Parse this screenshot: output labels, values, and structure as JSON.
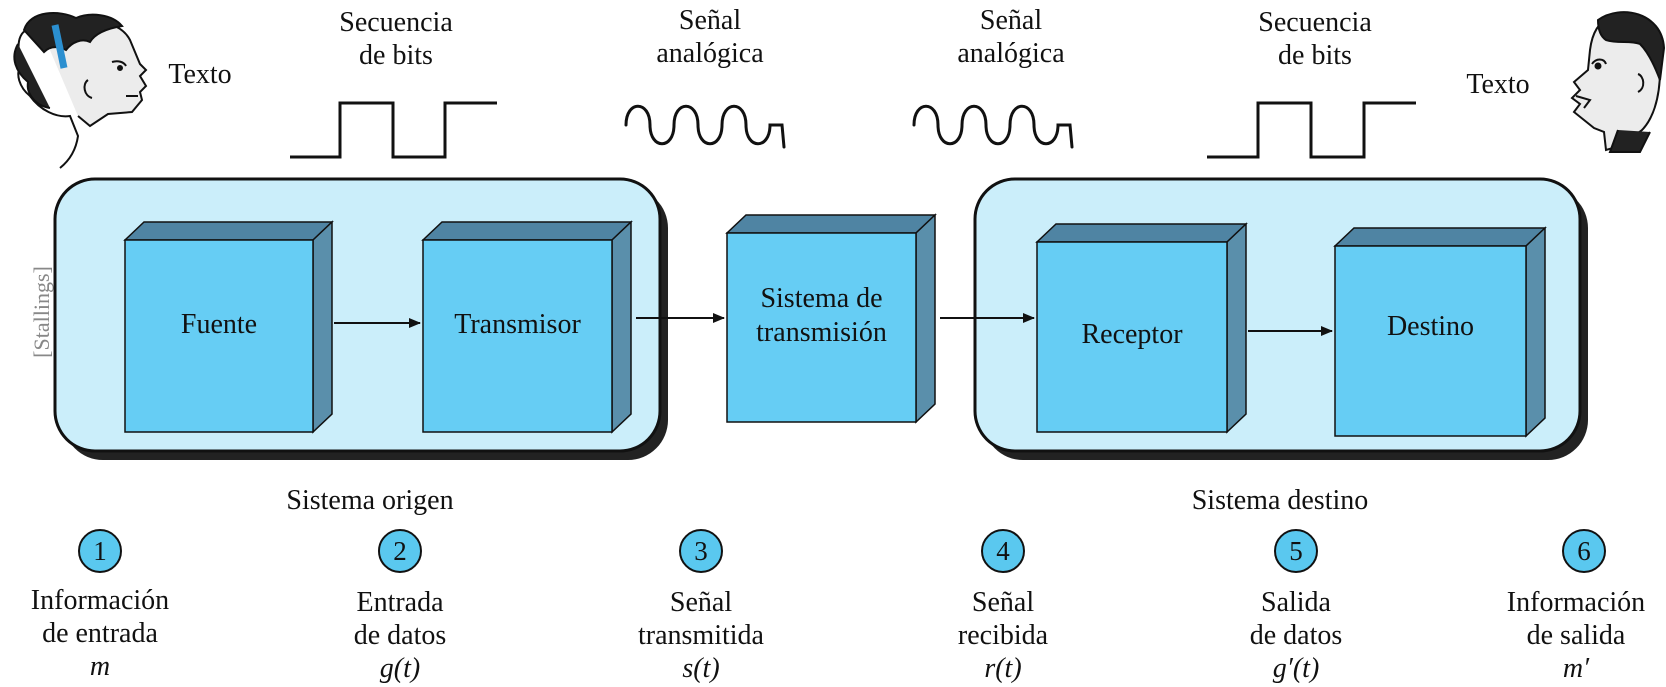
{
  "credit": "[Stallings]",
  "colors": {
    "system_bg": "#cbeefa",
    "block_front": "#66cdf4",
    "block_side": "#5a8fab",
    "block_top": "#4f84a3",
    "badge": "#5ac8ef"
  },
  "people": {
    "left": {
      "label": "Texto",
      "icon": "woman-speaker-icon"
    },
    "right": {
      "label": "Texto",
      "icon": "man-listener-icon"
    }
  },
  "signals": [
    {
      "line1": "Secuencia",
      "line2": "de bits",
      "icon": "square-wave-icon"
    },
    {
      "line1": "Señal",
      "line2": "analógica",
      "icon": "sine-wave-icon"
    },
    {
      "line1": "Señal",
      "line2": "analógica",
      "icon": "sine-wave-icon"
    },
    {
      "line1": "Secuencia",
      "line2": "de bits",
      "icon": "square-wave-icon"
    }
  ],
  "systems": {
    "origin": "Sistema origen",
    "destination": "Sistema destino"
  },
  "blocks": {
    "fuente": "Fuente",
    "transmisor": "Transmisor",
    "sistema_line1": "Sistema de",
    "sistema_line2": "transmisión",
    "receptor": "Receptor",
    "destino": "Destino"
  },
  "stages": [
    {
      "num": "1",
      "line1": "Información",
      "line2": "de entrada",
      "symbol": "m"
    },
    {
      "num": "2",
      "line1": "Entrada",
      "line2": "de datos",
      "symbol": "g(t)"
    },
    {
      "num": "3",
      "line1": "Señal",
      "line2": "transmitida",
      "symbol": "s(t)"
    },
    {
      "num": "4",
      "line1": "Señal",
      "line2": "recibida",
      "symbol": "r(t)"
    },
    {
      "num": "5",
      "line1": "Salida",
      "line2": "de datos",
      "symbol": "g′(t)"
    },
    {
      "num": "6",
      "line1": "Información",
      "line2": "de salida",
      "symbol": "m′"
    }
  ]
}
